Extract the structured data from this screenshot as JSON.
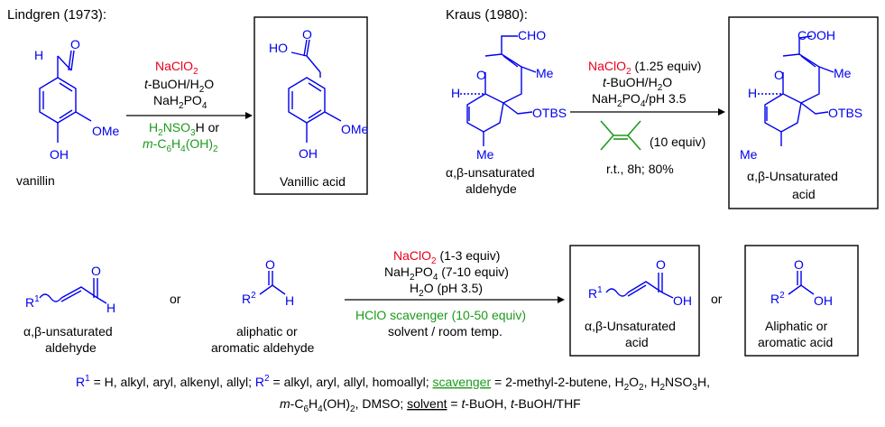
{
  "panel1": {
    "citation": "Lindgren (1973):",
    "reactant_name": "vanillin",
    "reagent_oxidant": "NaClO",
    "reagent_oxidant_sub": "2",
    "reagent_solvent_a": "t",
    "reagent_solvent_b": "-BuOH/H",
    "reagent_solvent_sub": "2",
    "reagent_solvent_c": "O",
    "reagent_buffer_a": "NaH",
    "reagent_buffer_sub1": "2",
    "reagent_buffer_b": "PO",
    "reagent_buffer_sub2": "4",
    "scavenger1_a": "H",
    "scavenger1_sub1": "2",
    "scavenger1_b": "NSO",
    "scavenger1_sub2": "3",
    "scavenger1_c": "H or",
    "scavenger2_a": "m",
    "scavenger2_b": "-C",
    "scavenger2_sub1": "6",
    "scavenger2_c": "H",
    "scavenger2_sub2": "4",
    "scavenger2_d": "(OH)",
    "scavenger2_sub3": "2",
    "product_name": "Vanillic acid",
    "atoms": {
      "H": "H",
      "O": "O",
      "HO": "HO",
      "OMe": "OMe",
      "OH": "OH"
    }
  },
  "panel2": {
    "citation": "Kraus (1980):",
    "reactant_name_1": "α,β-unsaturated",
    "reactant_name_2": "aldehyde",
    "reagent_oxidant": "NaClO",
    "reagent_oxidant_sub": "2",
    "reagent_oxidant_equiv": " (1.25 equiv)",
    "reagent_solvent_a": "t",
    "reagent_solvent_b": "-BuOH/H",
    "reagent_solvent_sub": "2",
    "reagent_solvent_c": "O",
    "reagent_buffer_a": "NaH",
    "reagent_buffer_sub1": "2",
    "reagent_buffer_b": "PO",
    "reagent_buffer_sub2": "4",
    "reagent_buffer_c": "/pH 3.5",
    "alkene_equiv": "(10 equiv)",
    "conditions": "r.t., 8h; 80%",
    "product_name_1": "α,β-Unsaturated",
    "product_name_2": "acid",
    "atoms": {
      "CHO": "CHO",
      "COOH": "COOH",
      "O": "O",
      "Me": "Me",
      "H": "H",
      "OTBS": "OTBS"
    }
  },
  "panel3": {
    "reactant1_name_1": "α,β-unsaturated",
    "reactant1_name_2": "aldehyde",
    "or_1": "or",
    "reactant2_name_1": "aliphatic or",
    "reactant2_name_2": "aromatic aldehyde",
    "reagent_oxidant": "NaClO",
    "reagent_oxidant_sub": "2",
    "reagent_oxidant_equiv": " (1-3 equiv)",
    "reagent_buffer_a": "NaH",
    "reagent_buffer_sub1": "2",
    "reagent_buffer_b": "PO",
    "reagent_buffer_sub2": "4",
    "reagent_buffer_c": " (7-10 equiv)",
    "reagent_water_a": "H",
    "reagent_water_sub": "2",
    "reagent_water_b": "O  (pH 3.5)",
    "reagent_scavenger": "HClO scavenger (10-50 equiv)",
    "reagent_solvent": "solvent / room temp.",
    "product1_name_1": "α,β-Unsaturated",
    "product1_name_2": "acid",
    "or_2": "or",
    "product2_name_1": "Aliphatic or",
    "product2_name_2": "aromatic acid",
    "atoms": {
      "R": "R",
      "sup1": "1",
      "sup2": "2",
      "O": "O",
      "H": "H",
      "OH": "OH"
    }
  },
  "footnote": {
    "r1": "R",
    "r1_sup": "1",
    "r1_text": " = H, alkyl, aryl, alkenyl, allyl; ",
    "r2": "R",
    "r2_sup": "2",
    "r2_text": " = alkyl, aryl, allyl, homoallyl; ",
    "scavenger_label": "scavenger",
    "scavenger_text_a": " = 2-methyl-2-butene, H",
    "scavenger_sub1": "2",
    "scavenger_text_b": "O",
    "scavenger_sub2": "2",
    "scavenger_text_c": ", H",
    "scavenger_sub3": "2",
    "scavenger_text_d": "NSO",
    "scavenger_sub4": "3",
    "scavenger_text_e": "H,",
    "line2_a": "m",
    "line2_b": "-C",
    "line2_sub1": "6",
    "line2_c": "H",
    "line2_sub2": "4",
    "line2_d": "(OH)",
    "line2_sub3": "2",
    "line2_e": ", DMSO; ",
    "solvent_label": "solvent",
    "line2_f": " = ",
    "line2_g": "t",
    "line2_h": "-BuOH, ",
    "line2_i": "t",
    "line2_j": "-BuOH/THF"
  },
  "colors": {
    "structure": "#0000ee",
    "oxidant": "#e8001c",
    "scavenger": "#1c9a1c",
    "text": "#000000"
  }
}
